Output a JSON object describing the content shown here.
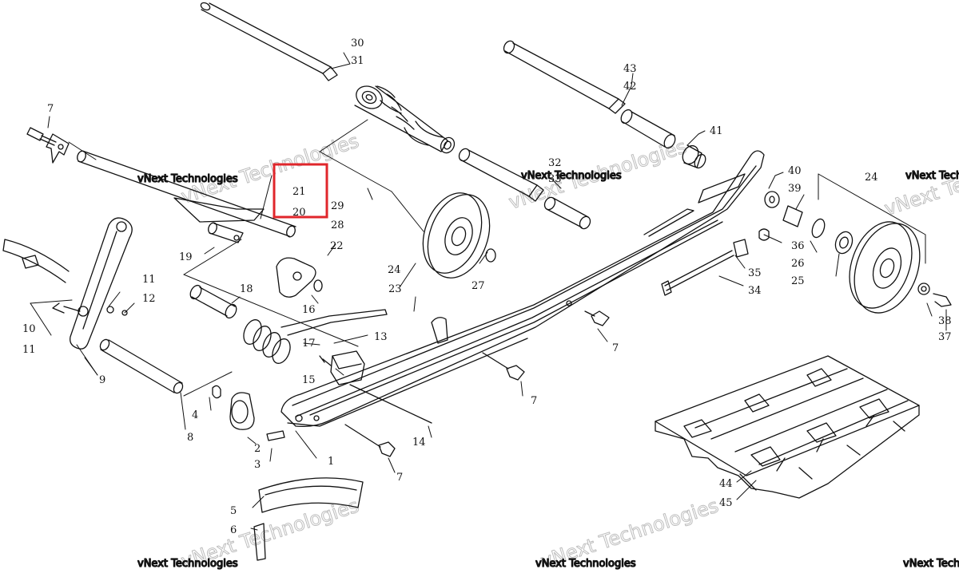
{
  "diagram": {
    "callouts": [
      "1",
      "2",
      "3",
      "4",
      "5",
      "6",
      "7",
      "8",
      "9",
      "10",
      "11",
      "12",
      "13",
      "14",
      "15",
      "16",
      "17",
      "18",
      "19",
      "20",
      "21",
      "22",
      "23",
      "24",
      "25",
      "26",
      "27",
      "28",
      "29",
      "30",
      "31",
      "32",
      "33",
      "34",
      "35",
      "36",
      "37",
      "38",
      "39",
      "40",
      "41",
      "42",
      "43",
      "44",
      "45"
    ],
    "highlight": {
      "labels": [
        "21",
        "20"
      ],
      "color": "#e0262b"
    },
    "watermark": {
      "text_small": "vNext Technologies",
      "text_large": "vNext Technologies"
    }
  }
}
